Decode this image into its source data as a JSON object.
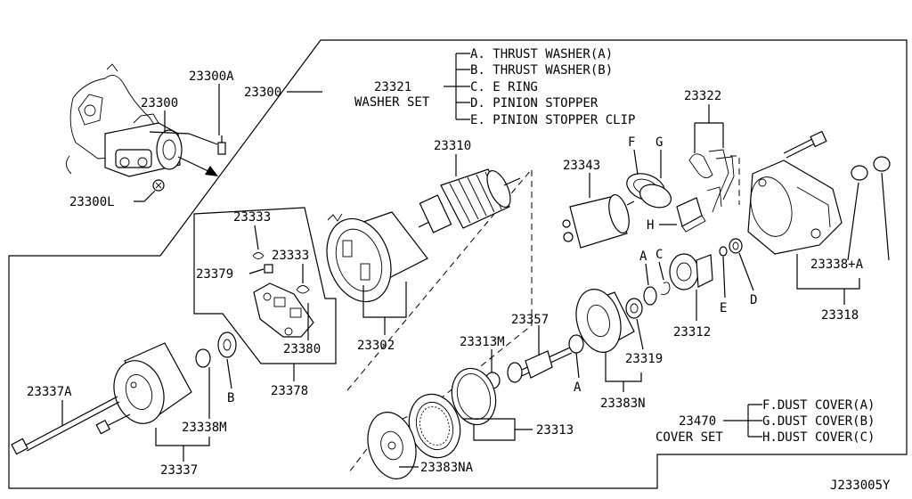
{
  "diagram_code": "J233005Y",
  "labels": {
    "p23300A": "23300A",
    "p23300": "23300",
    "p23300_box": "23300",
    "p23300L": "23300L",
    "p23321": "23321",
    "washer_set": "WASHER SET",
    "p23310": "23310",
    "p23343": "23343",
    "p23322": "23322",
    "p23333_a": "23333",
    "p23333_b": "23333",
    "p23379": "23379",
    "p23380": "23380",
    "p23378": "23378",
    "p23302": "23302",
    "p23357": "23357",
    "p23313M": "23313M",
    "p23313": "23313",
    "p23383NA": "23383NA",
    "p23383N": "23383N",
    "p23319": "23319",
    "p23312": "23312",
    "p23318": "23318",
    "p23338A": "23338+A",
    "p23337A": "23337A",
    "p23338M": "23338M",
    "p23337": "23337",
    "p23470": "23470",
    "cover_set": "COVER SET"
  },
  "letters": {
    "F": "F",
    "G": "G",
    "H": "H",
    "C": "C",
    "A1": "A",
    "A2": "A",
    "E": "E",
    "D": "D",
    "B": "B"
  },
  "washer_set_items": [
    "A. THRUST WASHER(A)",
    "B. THRUST WASHER(B)",
    "C. E RING",
    "D. PINION STOPPER",
    "E. PINION STOPPER CLIP"
  ],
  "cover_set_items": [
    "F.DUST COVER(A)",
    "G.DUST COVER(B)",
    "H.DUST COVER(C)"
  ]
}
